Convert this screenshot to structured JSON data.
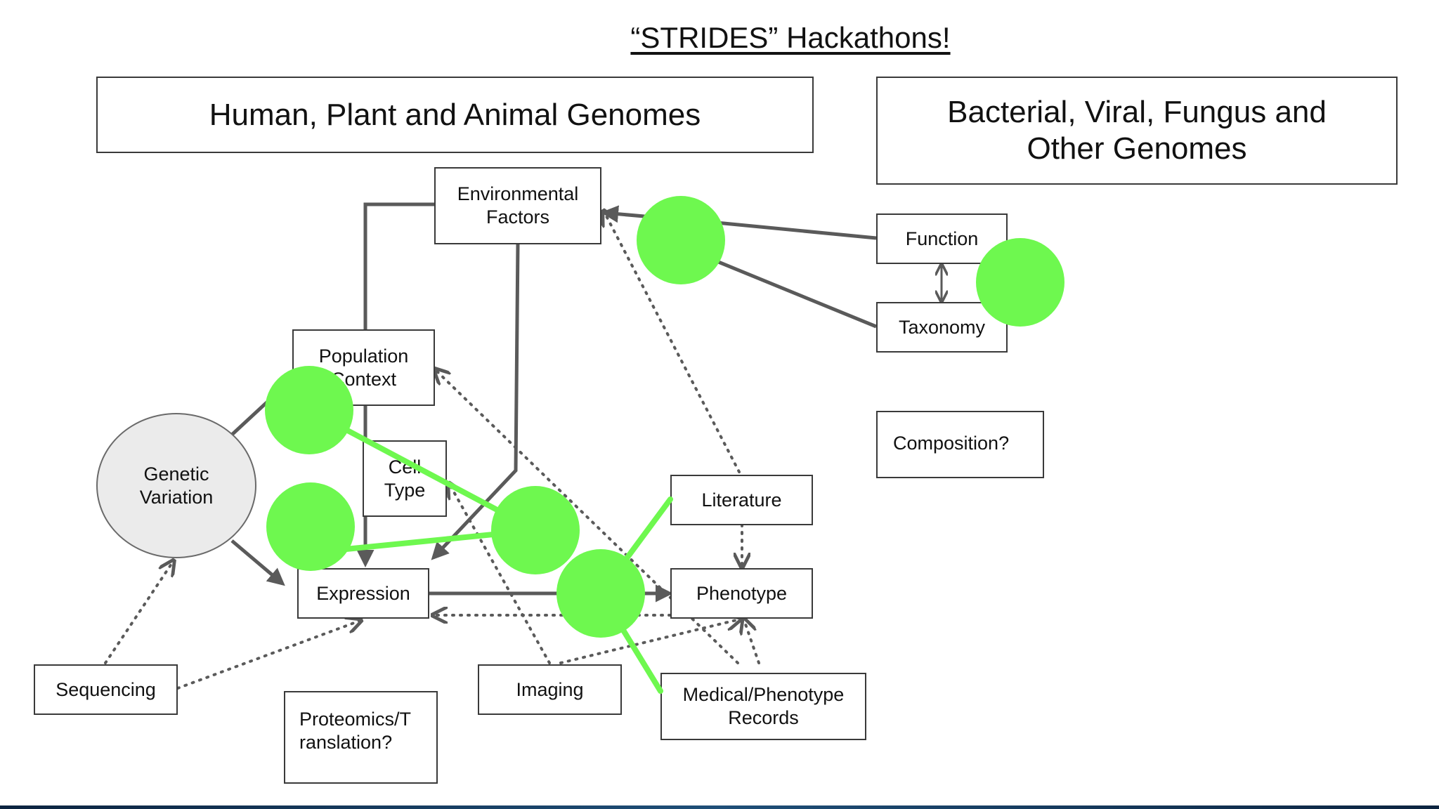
{
  "title": "“STRIDES” Hackathons!",
  "groups": {
    "human": "Human, Plant and Animal Genomes",
    "bacterial": "Bacterial, Viral, Fungus and\nOther Genomes"
  },
  "nodes": {
    "environmental_factors": "Environmental\nFactors",
    "population_context": "Population\nContext",
    "cell_type": "Cell\nType",
    "genetic_variation": "Genetic\nVariation",
    "expression": "Expression",
    "literature": "Literature",
    "phenotype": "Phenotype",
    "sequencing": "Sequencing",
    "proteomics": "Proteomics/T\nranslation?",
    "imaging": "Imaging",
    "medical_records": "Medical/Phenotype\nRecords",
    "function": "Function",
    "taxonomy": "Taxonomy",
    "composition": "Composition?"
  },
  "colors": {
    "hackathon_marker": "#6ef84f",
    "connector": "#5a5a5a",
    "box_border": "#3a3a3a",
    "circle_fill": "#ebebeb"
  }
}
